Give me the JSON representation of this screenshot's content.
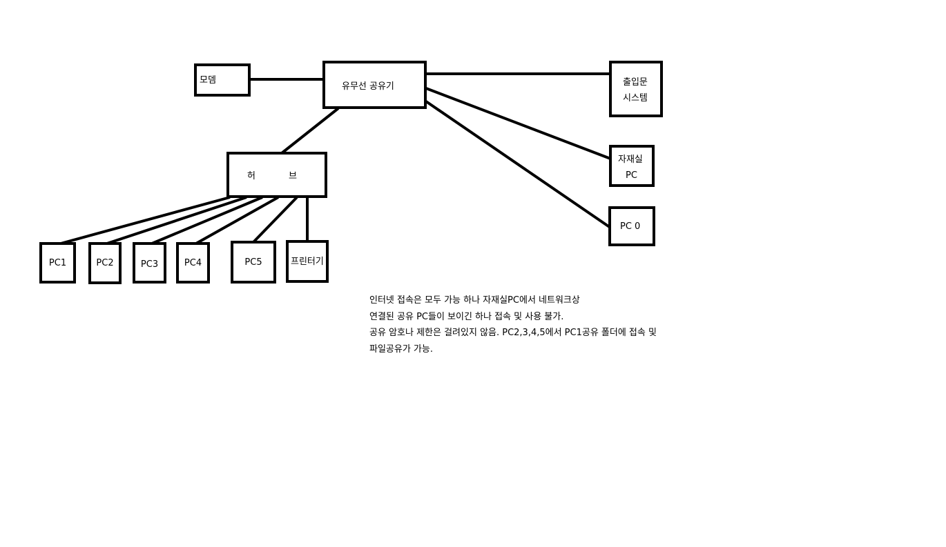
{
  "diagram": {
    "nodes": {
      "modem": "모뎀",
      "router": "유무선 공유기",
      "door_system_line1": "출입문",
      "door_system_line2": "시스템",
      "storage_pc_line1": "자재실",
      "storage_pc_line2": "PC",
      "pc0": "PC 0",
      "hub_left": "허",
      "hub_right": "브",
      "pc1": "PC1",
      "pc2": "PC2",
      "pc3": "PC3",
      "pc4": "PC4",
      "pc5": "PC5",
      "printer": "프린터기"
    },
    "note": [
      "인터넷 접속은 모두 가능 하나 자재실PC에서 네트워크상",
      "연결된 공유 PC들이 보이긴 하나 접속 및 사용 불가.",
      "공유 암호나 제한은 걸려있지 않음. PC2,3,4,5에서 PC1공유 폴더에 접속 및",
      "파일공유가 가능."
    ]
  },
  "colors": {
    "stroke": "#000000",
    "background": "#ffffff"
  }
}
